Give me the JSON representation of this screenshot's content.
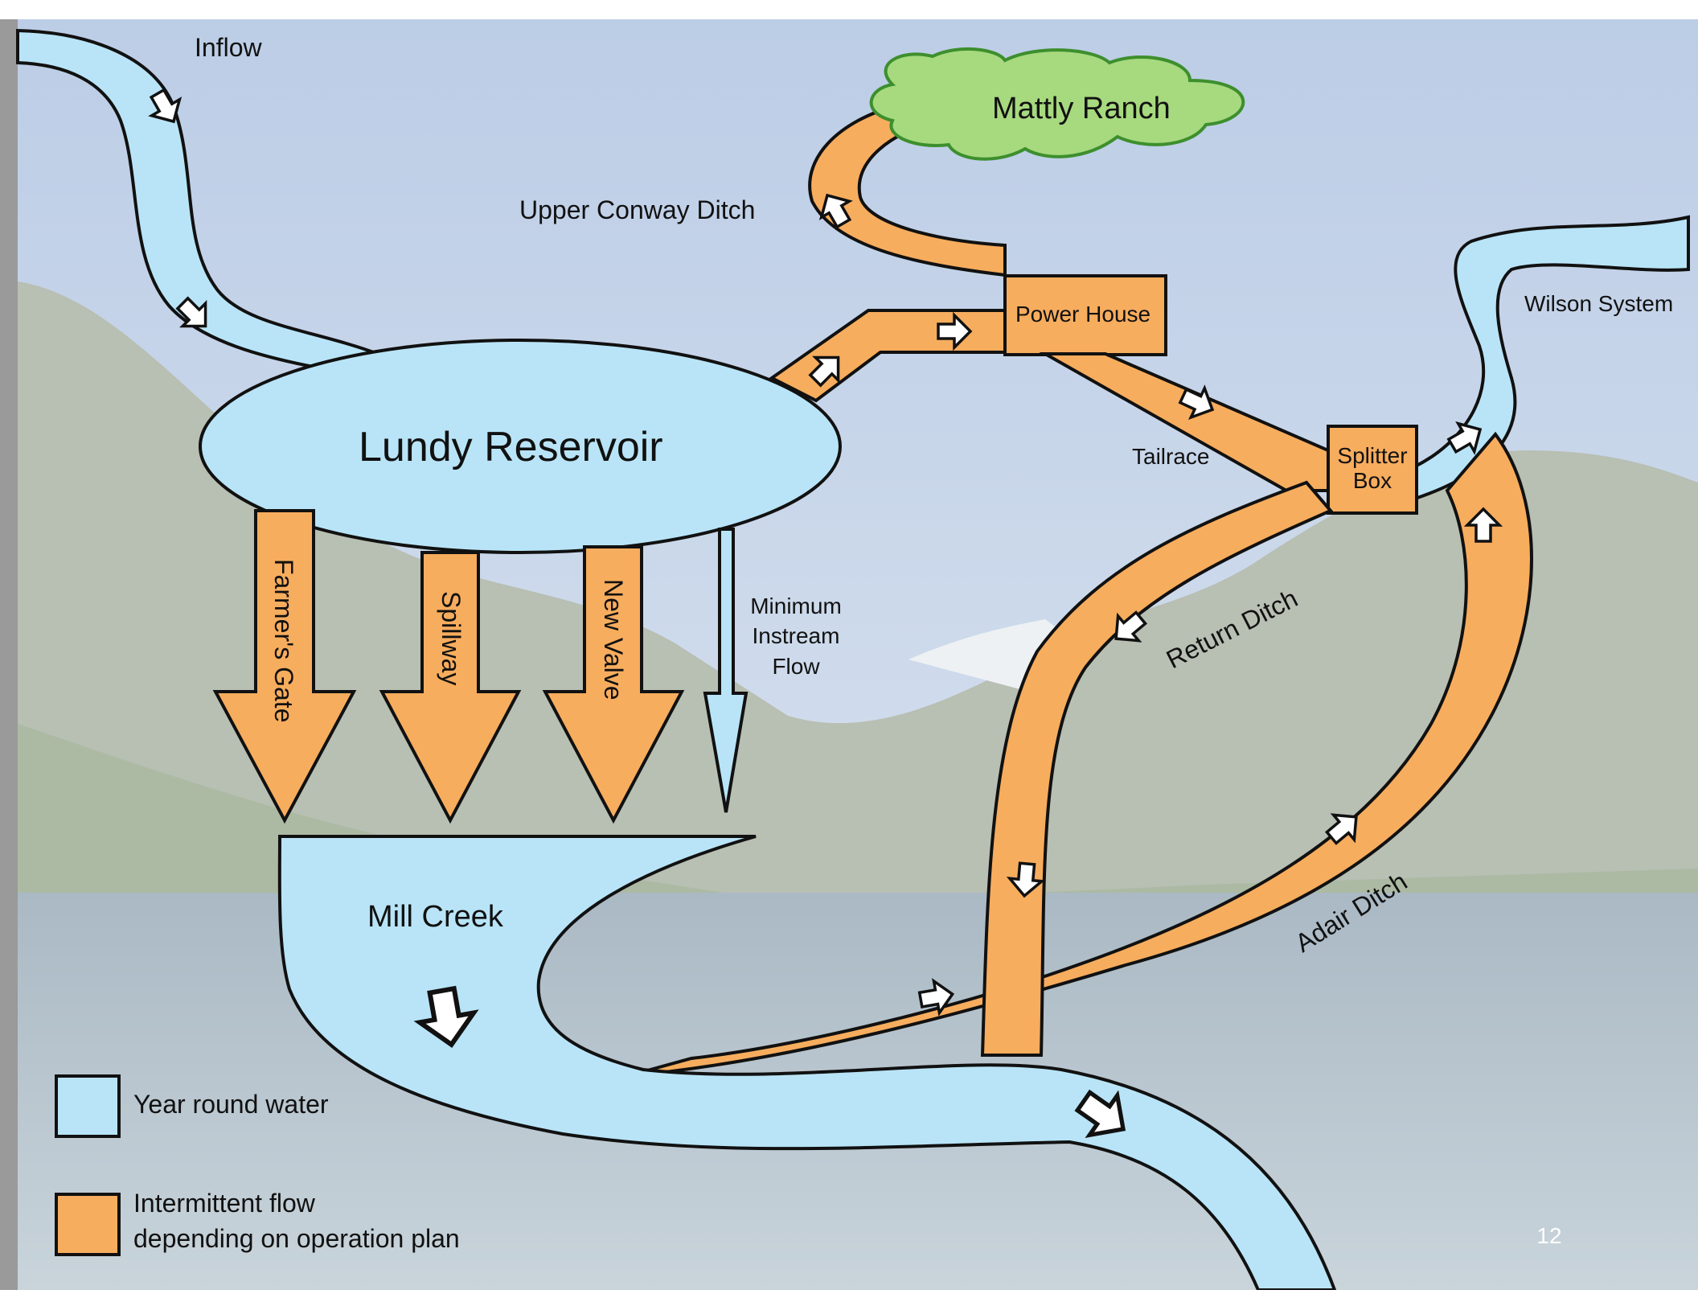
{
  "labels": {
    "inflow": "Inflow",
    "mattly_ranch": "Mattly Ranch",
    "upper_conway_ditch": "Upper Conway Ditch",
    "power_house": "Power House",
    "wilson_system": "Wilson System",
    "lundy_reservoir": "Lundy Reservoir",
    "tailrace": "Tailrace",
    "splitter_box_line1": "Splitter",
    "splitter_box_line2": "Box",
    "farmers_gate": "Farmer's Gate",
    "spillway": "Spillway",
    "new_valve": "New Valve",
    "minimum_instream_flow_line1": "Minimum",
    "minimum_instream_flow_line2": "Instream",
    "minimum_instream_flow_line3": "Flow",
    "return_ditch": "Return Ditch",
    "adair_ditch": "Adair Ditch",
    "mill_creek": "Mill Creek"
  },
  "legend": {
    "year_round": "Year round water",
    "intermittent_line1": "Intermittent flow",
    "intermittent_line2": "depending on operation plan"
  },
  "colors": {
    "year_round_water": "#b9e4f7",
    "intermittent_flow": "#f7ad5e",
    "ranch": "#a7d97f"
  },
  "slide_number": "12"
}
